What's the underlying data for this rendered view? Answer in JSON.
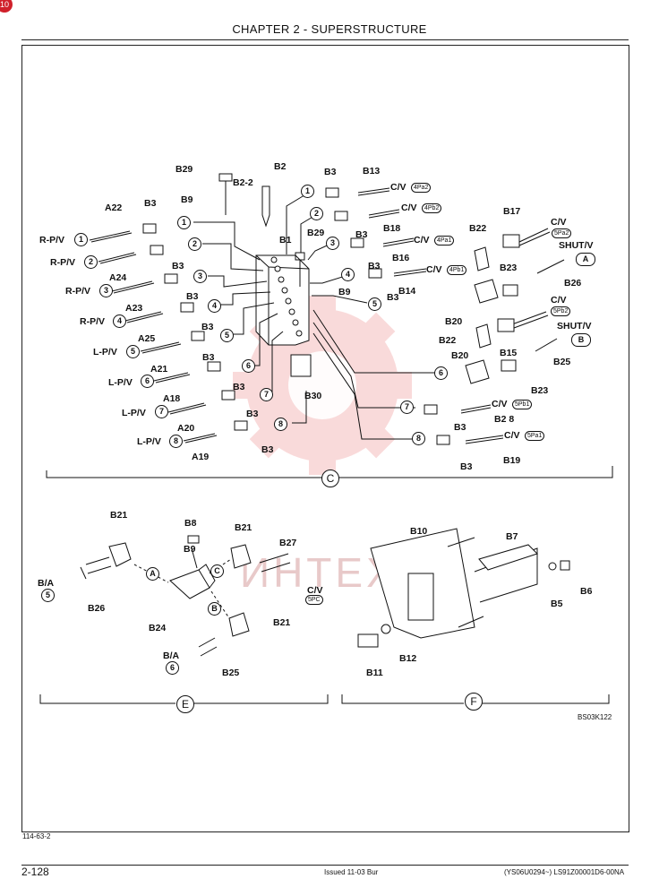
{
  "header": {
    "chapter": "CHAPTER 2 - SUPERSTRUCTURE"
  },
  "corner_badge": "10",
  "sections": {
    "C": "C",
    "E": "E",
    "F": "F"
  },
  "labels_c": {
    "B29": "B29",
    "B2": "B2",
    "B2_2": "B2-2",
    "B9a": "B9",
    "B3a": "B3",
    "B13": "B13",
    "B3b": "B3",
    "B18": "B18",
    "A22": "A22",
    "B3c": "B3",
    "B1": "B1",
    "B29b": "B29",
    "B16": "B16",
    "B3d": "B3",
    "B14": "B14",
    "B9b": "B9",
    "B3e": "B3",
    "B3f": "B3",
    "A24": "A24",
    "B3g": "B3",
    "B3h": "B3",
    "A23": "A23",
    "B3i": "B3",
    "A25": "A25",
    "A21": "A21",
    "B3j": "B3",
    "A18": "A18",
    "B3k": "B3",
    "A20": "A20",
    "B3l": "B3",
    "A19": "A19",
    "B3m": "B3",
    "B30": "B30",
    "B22a": "B22",
    "B17": "B17",
    "B23a": "B23",
    "B26": "B26",
    "B20a": "B20",
    "B22b": "B22",
    "B15": "B15",
    "B25": "B25",
    "B20b": "B20",
    "B23b": "B23",
    "B3n": "B3",
    "B28": "B2 8",
    "B3o": "B3",
    "B19": "B19",
    "RPV1": "R-P/V",
    "RPV2": "R-P/V",
    "RPV3": "R-P/V",
    "RPV4": "R-P/V",
    "LPV5": "L-P/V",
    "LPV6": "L-P/V",
    "LPV7": "L-P/V",
    "LPV8": "L-P/V",
    "CV1": "C/V",
    "CV2": "C/V",
    "CV3": "C/V",
    "CV4": "C/V",
    "CV5": "C/V",
    "CV6": "C/V",
    "CV7": "C/V",
    "CV8": "C/V",
    "SHUT1": "SHUT/V",
    "SHUT2": "SHUT/V"
  },
  "pills": {
    "p4Pa2": "4Pa2",
    "p4Pb2": "4Pb2",
    "p4Pa1": "4Pa1",
    "p4Pb1": "4Pb1",
    "p5Pb2": "5Pb2",
    "p5Pb1": "5Pb1",
    "p5Pa1": "5Pa1",
    "p5Pa2": "5Pa2",
    "p5Pc": "5PC"
  },
  "circle_nums": [
    "1",
    "2",
    "3",
    "4",
    "5",
    "6",
    "7",
    "8"
  ],
  "ab_letters": {
    "A": "A",
    "B": "B",
    "C": "C"
  },
  "labels_e": {
    "B21a": "B21",
    "B8": "B8",
    "B21b": "B21",
    "B27": "B27",
    "B9": "B9",
    "BA5": "B/A",
    "B26": "B26",
    "B24": "B24",
    "B21c": "B21",
    "CV": "C/V",
    "BA6": "B/A",
    "B25": "B25"
  },
  "labels_f": {
    "B10": "B10",
    "B7": "B7",
    "B6": "B6",
    "B5": "B5",
    "B11": "B11",
    "B12": "B12"
  },
  "figure_code": "BS03K122",
  "page_ref": "114-63-2",
  "footer": {
    "page": "2-128",
    "issued": "Issued 11-03    Bur",
    "code": "(YS06U0294~)    LS91Z00001D6-00NA"
  },
  "watermark": "ИНТЕХ"
}
